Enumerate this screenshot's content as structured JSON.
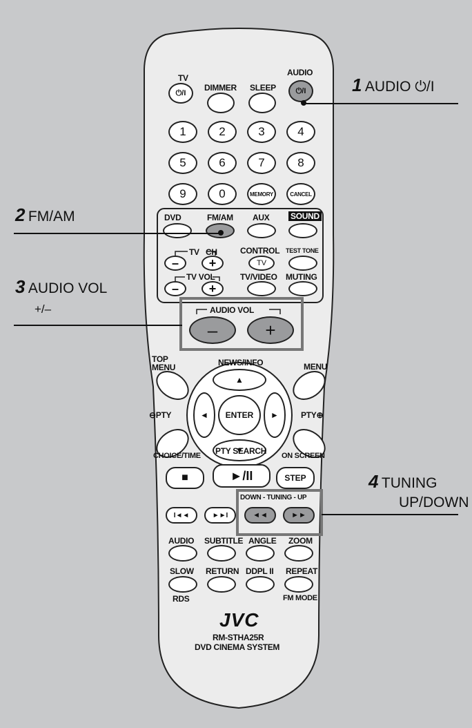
{
  "callouts": [
    {
      "num": "1",
      "text": "AUDIO ⏻/I"
    },
    {
      "num": "2",
      "text": "FM/AM"
    },
    {
      "num": "3",
      "text": "AUDIO VOL",
      "sub": "+/–"
    },
    {
      "num": "4",
      "text": "TUNING",
      "sub": "UP/DOWN"
    }
  ],
  "remote": {
    "labels": {
      "tv": "TV",
      "dimmer": "DIMMER",
      "sleep": "SLEEP",
      "audio": "AUDIO",
      "power": "⏻/I",
      "dvd": "DVD",
      "fmam": "FM/AM",
      "aux": "AUX",
      "sound": "SOUND",
      "tv_left": "TV",
      "ch": "CH",
      "control": "CONTROL",
      "test_tone": "TEST TONE",
      "control_tv": "TV",
      "tv_vol": "TV VOL",
      "tv_video": "TV/VIDEO",
      "muting": "MUTING",
      "audio_vol": "AUDIO VOL",
      "minus": "–",
      "plus": "+",
      "top_menu": "TOP\nMENU",
      "news_info": "NEWS/INFO",
      "menu": "MENU",
      "pty_minus": "⊖PTY",
      "pty_plus": "PTY⊕",
      "enter": "ENTER",
      "choice_time": "CHOICE/TIME",
      "pty_search": "PTY SEARCH",
      "on_screen": "ON SCREEN",
      "stop": "■",
      "play_pause": "►/II",
      "step": "STEP",
      "down_tuning_up": "DOWN - TUNING - UP",
      "prev": "I◄◄",
      "next": "►►I",
      "rew": "◄◄",
      "ff": "►►",
      "audio2": "AUDIO",
      "subtitle": "SUBTITLE",
      "angle": "ANGLE",
      "zoom": "ZOOM",
      "slow": "SLOW",
      "return": "RETURN",
      "dpl2": "DDPL II",
      "repeat": "REPEAT",
      "rds": "RDS",
      "fm_mode": "FM MODE",
      "brand": "JVC",
      "model": "RM-STHA25R",
      "system": "DVD CINEMA SYSTEM"
    },
    "numbers": [
      "1",
      "2",
      "3",
      "4",
      "5",
      "6",
      "7",
      "8",
      "9",
      "0",
      "MEMORY",
      "CANCEL"
    ]
  }
}
